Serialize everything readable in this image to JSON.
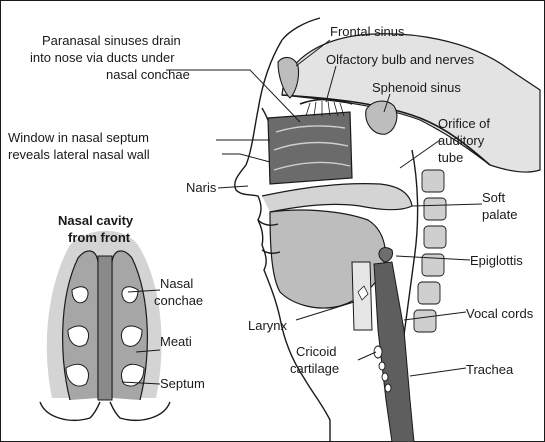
{
  "labels": {
    "paranasal_1": "Paranasal sinuses drain",
    "paranasal_2": "into nose via ducts under",
    "paranasal_3": "nasal conchae",
    "frontal": "Frontal sinus",
    "olfactory": "Olfactory bulb and nerves",
    "sphenoid": "Sphenoid sinus",
    "window_1": "Window in nasal septum",
    "window_2": "reveals lateral nasal wall",
    "orifice_1": "Orifice of",
    "orifice_2": "auditory",
    "orifice_3": "tube",
    "naris": "Naris",
    "soft_1": "Soft",
    "soft_2": "palate",
    "front_title_1": "Nasal cavity",
    "front_title_2": "from front",
    "conchae_1": "Nasal",
    "conchae_2": "conchae",
    "meati": "Meati",
    "septum": "Septum",
    "epiglottis": "Epiglottis",
    "larynx": "Larynx",
    "vocal": "Vocal cords",
    "cricoid_1": "Cricoid",
    "cricoid_2": "cartilage",
    "trachea": "Trachea"
  },
  "colors": {
    "ink": "#1a1a1a",
    "tissue_light": "#d9d9d9",
    "tissue_mid": "#a6a6a6",
    "tissue_dark": "#6e6e6e",
    "window_fill": "#6b6b6b",
    "watermark": "#c8102e"
  }
}
